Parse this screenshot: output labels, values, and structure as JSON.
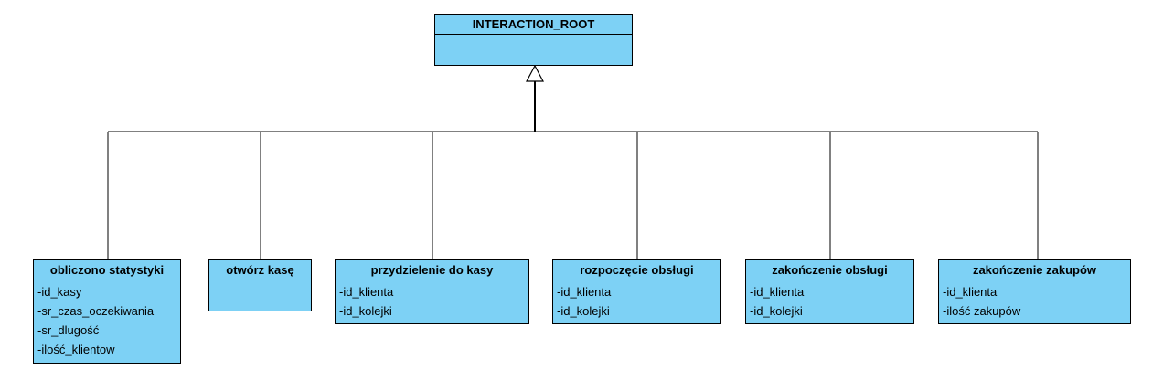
{
  "diagram": {
    "root": {
      "title": "INTERACTION_ROOT",
      "attributes": []
    },
    "children": [
      {
        "id": "c0",
        "title": "obliczono statystyki",
        "attributes": [
          "-id_kasy",
          "-sr_czas_oczekiwania",
          "-sr_dlugość",
          "-ilość_klientow"
        ]
      },
      {
        "id": "c1",
        "title": "otwórz kasę",
        "attributes": []
      },
      {
        "id": "c2",
        "title": "przydzielenie do kasy",
        "attributes": [
          "-id_klienta",
          "-id_kolejki"
        ]
      },
      {
        "id": "c3",
        "title": "rozpoczęcie obsługi",
        "attributes": [
          "-id_klienta",
          "-id_kolejki"
        ]
      },
      {
        "id": "c4",
        "title": "zakończenie obsługi",
        "attributes": [
          "-id_klienta",
          "-id_kolejki"
        ]
      },
      {
        "id": "c5",
        "title": "zakończenie zakupów",
        "attributes": [
          "-id_klienta",
          "-ilość zakupów"
        ]
      }
    ],
    "colors": {
      "fill": "#7dd1f5",
      "stroke": "#000000"
    }
  }
}
